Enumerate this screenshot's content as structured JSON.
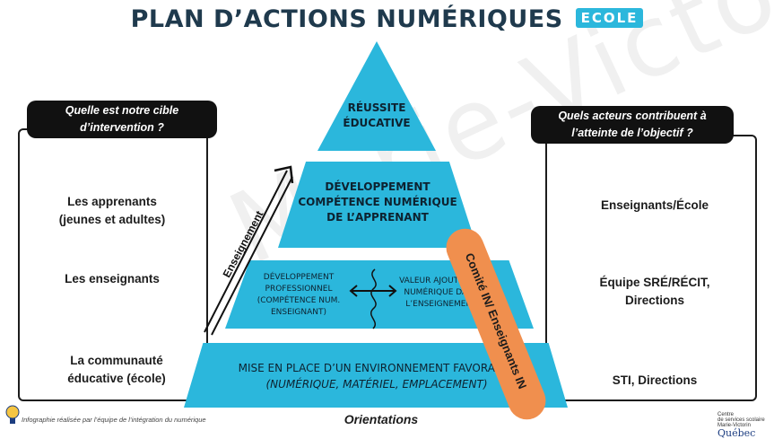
{
  "title": {
    "main": "PLAN D’ACTIONS NUMÉRIQUES",
    "badge": "ECOLE"
  },
  "watermark": "CSS Marie-Victorin",
  "left_panel": {
    "heading": "Quelle est notre cible d’intervention ?",
    "items": [
      "Les apprenants (jeunes et adultes)",
      "Les enseignants",
      "La communauté éducative (école)"
    ]
  },
  "right_panel": {
    "heading": "Quels acteurs contribuent à l’atteinte de l’objectif ?",
    "items": [
      "Enseignants/École",
      "Équipe SRÉ/RÉCIT, Directions",
      "STI, Directions"
    ]
  },
  "pyramid": {
    "top": "RÉUSSITE ÉDUCATIVE",
    "second": "DÉVELOPPEMENT COMPÉTENCE NUMÉRIQUE DE L’APPRENANT",
    "third_left": "DÉVELOPPEMENT PROFESSIONNEL (COMPÉTENCE NUM. ENSEIGNANT)",
    "third_right": "VALEUR AJOUTÉE DU NUMÉRIQUE DANS L’ENSEIGNEMENT",
    "base_line1": "MISE EN PLACE D’UN ENVIRONNEMENT FAVORABLE",
    "base_line2": "(NUMÉRIQUE, MATÉRIEL, EMPLACEMENT)"
  },
  "arrow_label": "Enseignement",
  "comite_label": "Comité IN/ Enseignants IN",
  "orientations_label": "Orientations",
  "footer_credit": "Infographie réalisée par l’équipe de l’intégration du numérique",
  "logo": {
    "line1": "Centre",
    "line2": "de services scolaire",
    "line3": "Marie-Victorin",
    "name": "Québec"
  },
  "colors": {
    "pyramid": "#2bb7dc",
    "title": "#1f3a4d",
    "comite": "#f08f4e",
    "heading_bg": "#111111"
  }
}
